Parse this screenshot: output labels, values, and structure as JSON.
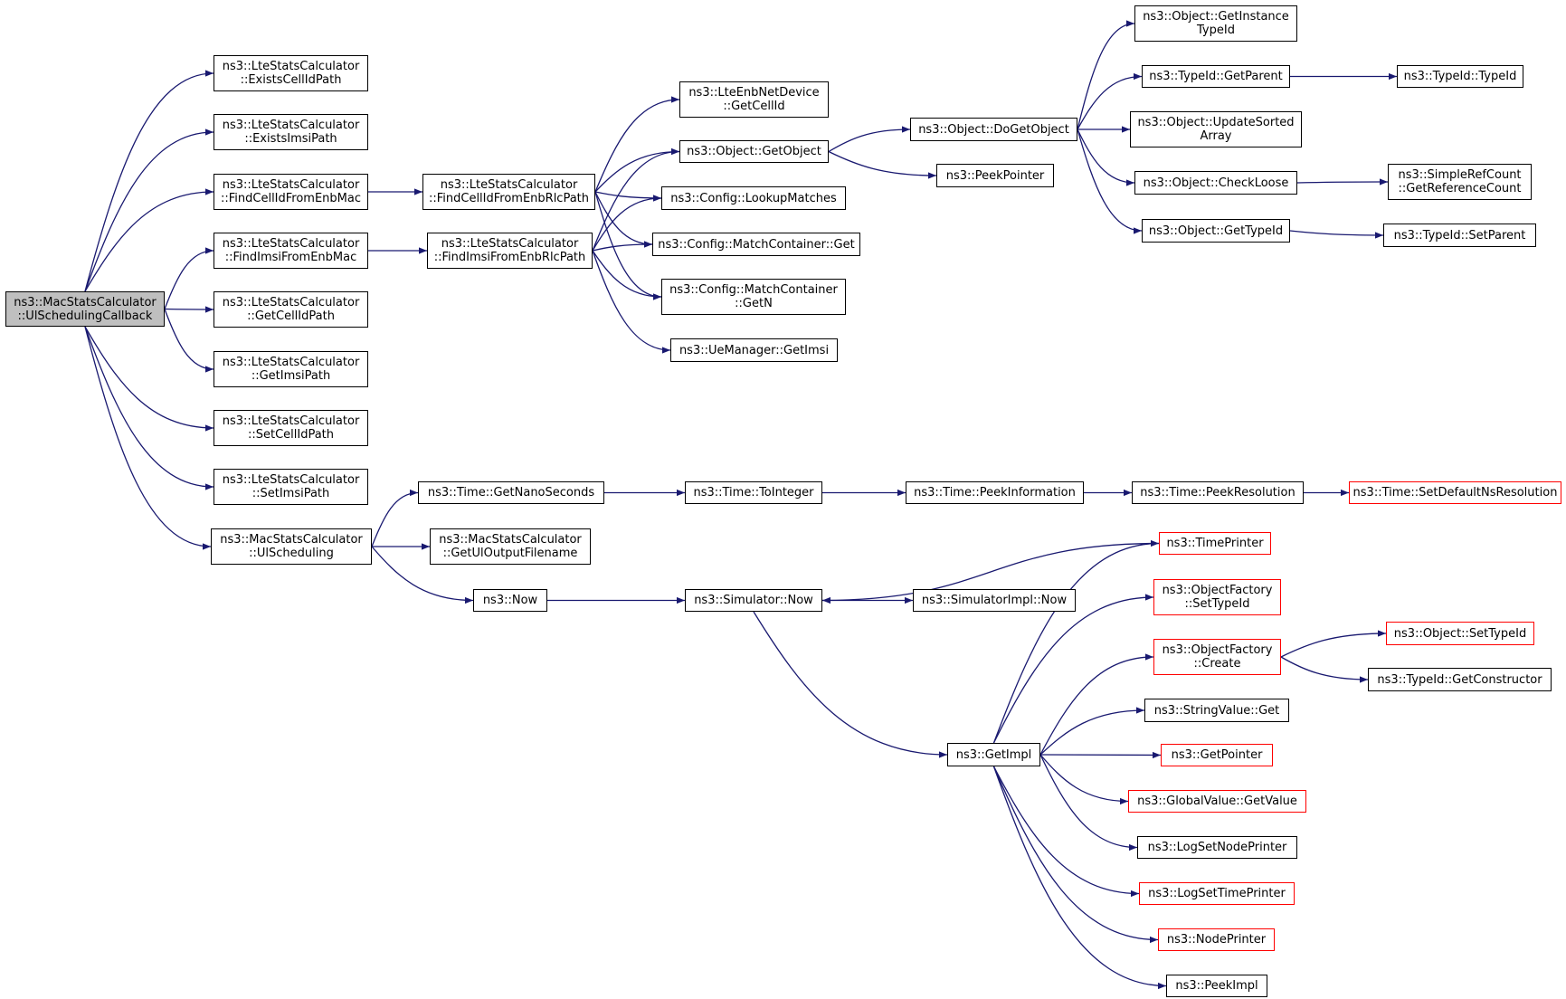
{
  "colors": {
    "edge": "#191970",
    "border": "#000000",
    "external_border": "#ff0000",
    "root_fill": "#bfbfbf",
    "background": "#ffffff"
  },
  "nodes": {
    "root": [
      "ns3::MacStatsCalculator",
      "::UlSchedulingCallback"
    ],
    "exists_cellid_path": [
      "ns3::LteStatsCalculator",
      "::ExistsCellIdPath"
    ],
    "exists_imsi_path": [
      "ns3::LteStatsCalculator",
      "::ExistsImsiPath"
    ],
    "find_cellid_from_enbmac": [
      "ns3::LteStatsCalculator",
      "::FindCellIdFromEnbMac"
    ],
    "find_imsi_from_enbmac": [
      "ns3::LteStatsCalculator",
      "::FindImsiFromEnbMac"
    ],
    "get_cellid_path": [
      "ns3::LteStatsCalculator",
      "::GetCellIdPath"
    ],
    "get_imsi_path": [
      "ns3::LteStatsCalculator",
      "::GetImsiPath"
    ],
    "set_cellid_path": [
      "ns3::LteStatsCalculator",
      "::SetCellIdPath"
    ],
    "set_imsi_path": [
      "ns3::LteStatsCalculator",
      "::SetImsiPath"
    ],
    "ul_scheduling": [
      "ns3::MacStatsCalculator",
      "::UlScheduling"
    ],
    "find_cellid_from_enbrlc": [
      "ns3::LteStatsCalculator",
      "::FindCellIdFromEnbRlcPath"
    ],
    "find_imsi_from_enbrlc": [
      "ns3::LteStatsCalculator",
      "::FindImsiFromEnbRlcPath"
    ],
    "lteenb_get_cellid": [
      "ns3::LteEnbNetDevice",
      "::GetCellId"
    ],
    "object_getobject": [
      "ns3::Object::GetObject"
    ],
    "config_lookupmatches": [
      "ns3::Config::LookupMatches"
    ],
    "matchcontainer_get": [
      "ns3::Config::MatchContainer::Get"
    ],
    "matchcontainer_getn": [
      "ns3::Config::MatchContainer",
      "::GetN"
    ],
    "uemanager_getimsi": [
      "ns3::UeManager::GetImsi"
    ],
    "object_dogetobject": [
      "ns3::Object::DoGetObject"
    ],
    "peekpointer": [
      "ns3::PeekPointer"
    ],
    "object_getinstancetypeid": [
      "ns3::Object::GetInstance",
      "TypeId"
    ],
    "typeid_getparent": [
      "ns3::TypeId::GetParent"
    ],
    "object_updatesortedarray": [
      "ns3::Object::UpdateSorted",
      "Array"
    ],
    "object_checkloose": [
      "ns3::Object::CheckLoose"
    ],
    "object_gettypeid": [
      "ns3::Object::GetTypeId"
    ],
    "typeid_typeid": [
      "ns3::TypeId::TypeId"
    ],
    "simplerefcount_getrefcount": [
      "ns3::SimpleRefCount",
      "::GetReferenceCount"
    ],
    "typeid_setparent": [
      "ns3::TypeId::SetParent"
    ],
    "time_getnanoseconds": [
      "ns3::Time::GetNanoSeconds"
    ],
    "getuloutputfilename": [
      "ns3::MacStatsCalculator",
      "::GetUlOutputFilename"
    ],
    "now": [
      "ns3::Now"
    ],
    "time_tointeger": [
      "ns3::Time::ToInteger"
    ],
    "simulator_now": [
      "ns3::Simulator::Now"
    ],
    "time_peekinformation": [
      "ns3::Time::PeekInformation"
    ],
    "time_peekresolution": [
      "ns3::Time::PeekResolution"
    ],
    "time_setdefaultnsresolution": [
      "ns3::Time::SetDefaultNsResolution"
    ],
    "simulatorimpl_now": [
      "ns3::SimulatorImpl::Now"
    ],
    "getimpl": [
      "ns3::GetImpl"
    ],
    "timeprinter": [
      "ns3::TimePrinter"
    ],
    "objectfactory_settypeid": [
      "ns3::ObjectFactory",
      "::SetTypeId"
    ],
    "objectfactory_create": [
      "ns3::ObjectFactory",
      "::Create"
    ],
    "object_settypeid": [
      "ns3::Object::SetTypeId"
    ],
    "typeid_getconstructor": [
      "ns3::TypeId::GetConstructor"
    ],
    "stringvalue_get": [
      "ns3::StringValue::Get"
    ],
    "getpointer": [
      "ns3::GetPointer"
    ],
    "globalvalue_getvalue": [
      "ns3::GlobalValue::GetValue"
    ],
    "logsetnodeprinter": [
      "ns3::LogSetNodePrinter"
    ],
    "logsettimeprinter": [
      "ns3::LogSetTimePrinter"
    ],
    "nodeprinter": [
      "ns3::NodePrinter"
    ],
    "peekimpl": [
      "ns3::PeekImpl"
    ]
  },
  "external_nodes": [
    "time_setdefaultnsresolution",
    "timeprinter",
    "objectfactory_settypeid",
    "objectfactory_create",
    "object_settypeid",
    "getpointer",
    "globalvalue_getvalue",
    "logsettimeprinter",
    "nodeprinter"
  ],
  "edges": [
    [
      "root",
      "exists_cellid_path"
    ],
    [
      "root",
      "exists_imsi_path"
    ],
    [
      "root",
      "find_cellid_from_enbmac"
    ],
    [
      "root",
      "find_imsi_from_enbmac"
    ],
    [
      "root",
      "get_cellid_path"
    ],
    [
      "root",
      "get_imsi_path"
    ],
    [
      "root",
      "set_cellid_path"
    ],
    [
      "root",
      "set_imsi_path"
    ],
    [
      "root",
      "ul_scheduling"
    ],
    [
      "find_cellid_from_enbmac",
      "find_cellid_from_enbrlc"
    ],
    [
      "find_imsi_from_enbmac",
      "find_imsi_from_enbrlc"
    ],
    [
      "find_cellid_from_enbrlc",
      "lteenb_get_cellid"
    ],
    [
      "find_cellid_from_enbrlc",
      "object_getobject"
    ],
    [
      "find_cellid_from_enbrlc",
      "config_lookupmatches"
    ],
    [
      "find_cellid_from_enbrlc",
      "matchcontainer_get"
    ],
    [
      "find_cellid_from_enbrlc",
      "matchcontainer_getn"
    ],
    [
      "find_imsi_from_enbrlc",
      "object_getobject"
    ],
    [
      "find_imsi_from_enbrlc",
      "config_lookupmatches"
    ],
    [
      "find_imsi_from_enbrlc",
      "matchcontainer_get"
    ],
    [
      "find_imsi_from_enbrlc",
      "matchcontainer_getn"
    ],
    [
      "find_imsi_from_enbrlc",
      "uemanager_getimsi"
    ],
    [
      "object_getobject",
      "object_dogetobject"
    ],
    [
      "object_getobject",
      "peekpointer"
    ],
    [
      "object_dogetobject",
      "object_getinstancetypeid"
    ],
    [
      "object_dogetobject",
      "typeid_getparent"
    ],
    [
      "object_dogetobject",
      "object_updatesortedarray"
    ],
    [
      "object_dogetobject",
      "object_checkloose"
    ],
    [
      "object_dogetobject",
      "object_gettypeid"
    ],
    [
      "typeid_getparent",
      "typeid_typeid"
    ],
    [
      "object_checkloose",
      "simplerefcount_getrefcount"
    ],
    [
      "object_gettypeid",
      "typeid_setparent"
    ],
    [
      "ul_scheduling",
      "time_getnanoseconds"
    ],
    [
      "ul_scheduling",
      "getuloutputfilename"
    ],
    [
      "ul_scheduling",
      "now"
    ],
    [
      "time_getnanoseconds",
      "time_tointeger"
    ],
    [
      "time_tointeger",
      "time_peekinformation"
    ],
    [
      "time_peekinformation",
      "time_peekresolution"
    ],
    [
      "time_peekresolution",
      "time_setdefaultnsresolution"
    ],
    [
      "now",
      "simulator_now"
    ],
    [
      "simulator_now",
      "simulatorimpl_now"
    ],
    [
      "simulator_now",
      "getimpl"
    ],
    [
      "timeprinter",
      "simulator_now"
    ],
    [
      "getimpl",
      "timeprinter"
    ],
    [
      "getimpl",
      "objectfactory_settypeid"
    ],
    [
      "getimpl",
      "objectfactory_create"
    ],
    [
      "getimpl",
      "stringvalue_get"
    ],
    [
      "getimpl",
      "getpointer"
    ],
    [
      "getimpl",
      "globalvalue_getvalue"
    ],
    [
      "getimpl",
      "logsetnodeprinter"
    ],
    [
      "getimpl",
      "logsettimeprinter"
    ],
    [
      "getimpl",
      "nodeprinter"
    ],
    [
      "getimpl",
      "peekimpl"
    ],
    [
      "objectfactory_create",
      "object_settypeid"
    ],
    [
      "objectfactory_create",
      "typeid_getconstructor"
    ]
  ]
}
